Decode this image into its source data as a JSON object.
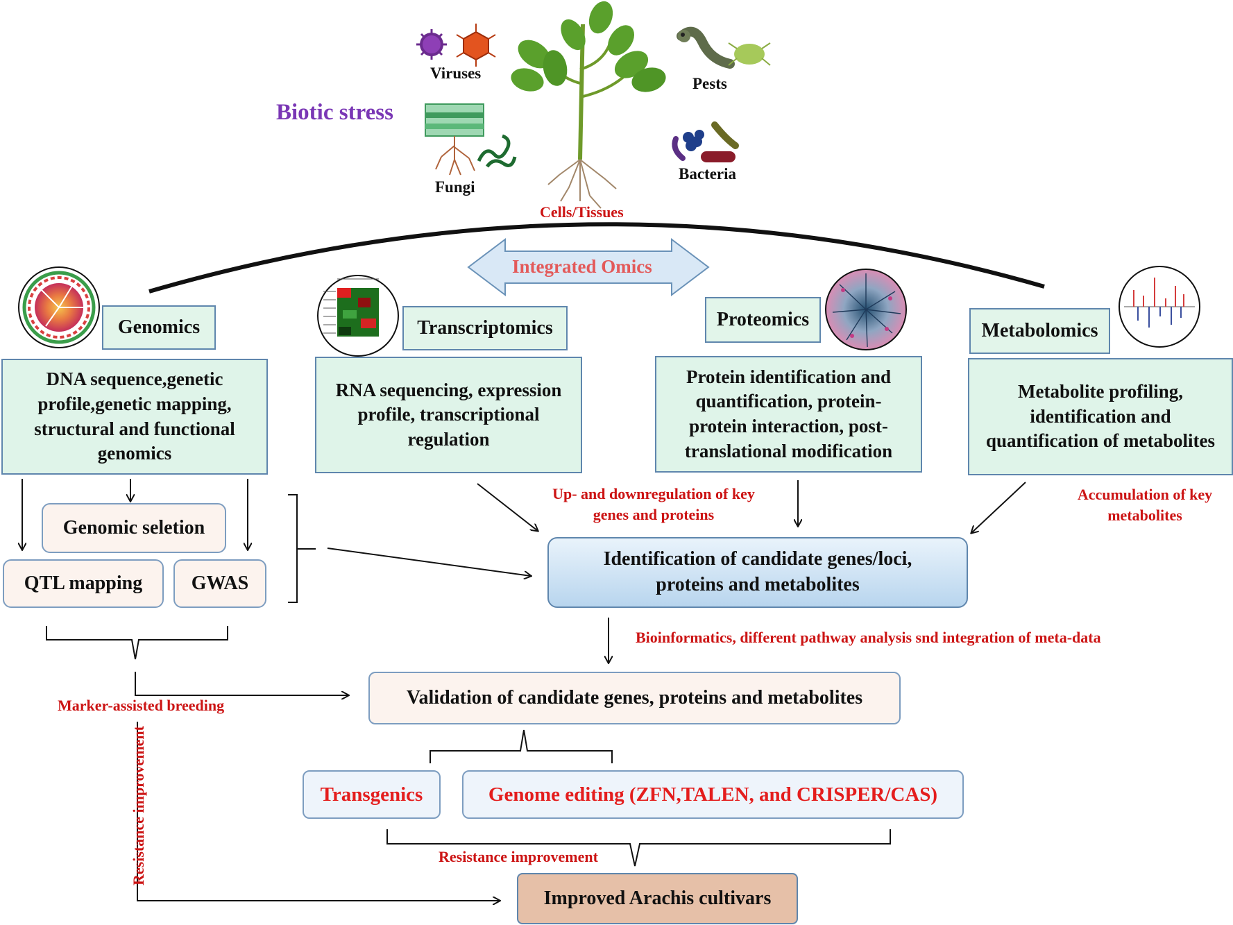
{
  "biotic_stress": {
    "title": "Biotic stress",
    "viruses": "Viruses",
    "fungi": "Fungi",
    "pests": "Pests",
    "bacteria": "Bacteria",
    "cells_tissues": "Cells/Tissues"
  },
  "integrated_omics": "Integrated Omics",
  "omics": {
    "genomics": {
      "label": "Genomics",
      "description": "DNA sequence,genetic profile,genetic mapping, structural  and functional genomics"
    },
    "transcriptomics": {
      "label": "Transcriptomics",
      "description": "RNA  sequencing, expression profile, transcriptional regulation"
    },
    "proteomics": {
      "label": "Proteomics",
      "description": "Protein identification and quantification, protein-protein interaction, post-translational modification"
    },
    "metabolomics": {
      "label": "Metabolomics",
      "description": "Metabolite profiling, identification and quantification of metabolites"
    }
  },
  "genomic_tools": {
    "genomic_selection": "Genomic seletion",
    "qtl_mapping": "QTL mapping",
    "gwas": "GWAS"
  },
  "annotations": {
    "up_down": "Up- and downregulation of key genes and proteins",
    "accumulation": "Accumulation of key metabolites",
    "bioinformatics": "Bioinformatics, different  pathway analysis snd integration of meta-data",
    "marker_assisted": "Marker-assisted  breeding",
    "resistance_vertical": "Resistance improvement",
    "resistance_bottom": "Resistance improvement"
  },
  "identification": "Identification of candidate genes/loci, proteins and  metabolites",
  "validation": "Validation of candidate genes, proteins and  metabolites",
  "transgenics": "Transgenics",
  "genome_editing": "Genome editing (ZFN,TALEN, and CRISPER/CAS)",
  "improved": "Improved Arachis cultivars",
  "colors": {
    "omic_fill": "#e2f5ea",
    "omic_border": "#5f86ad",
    "red_text": "#cc1414",
    "purple_title": "#7a37b5",
    "banner_fill": "#d9e8f6"
  }
}
